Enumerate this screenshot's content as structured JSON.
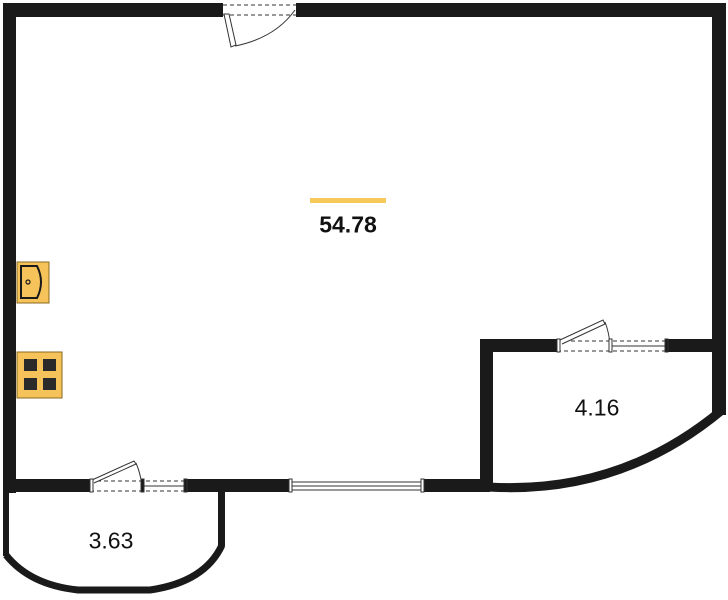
{
  "rooms": [
    {
      "name": "main-room",
      "area": "54.78"
    },
    {
      "name": "balcony-right",
      "area": "4.16"
    },
    {
      "name": "balcony-left",
      "area": "3.63"
    }
  ],
  "colors": {
    "wall": "#1a1a1a",
    "accent": "#f7c85a",
    "fixture": "#f5c35a"
  }
}
